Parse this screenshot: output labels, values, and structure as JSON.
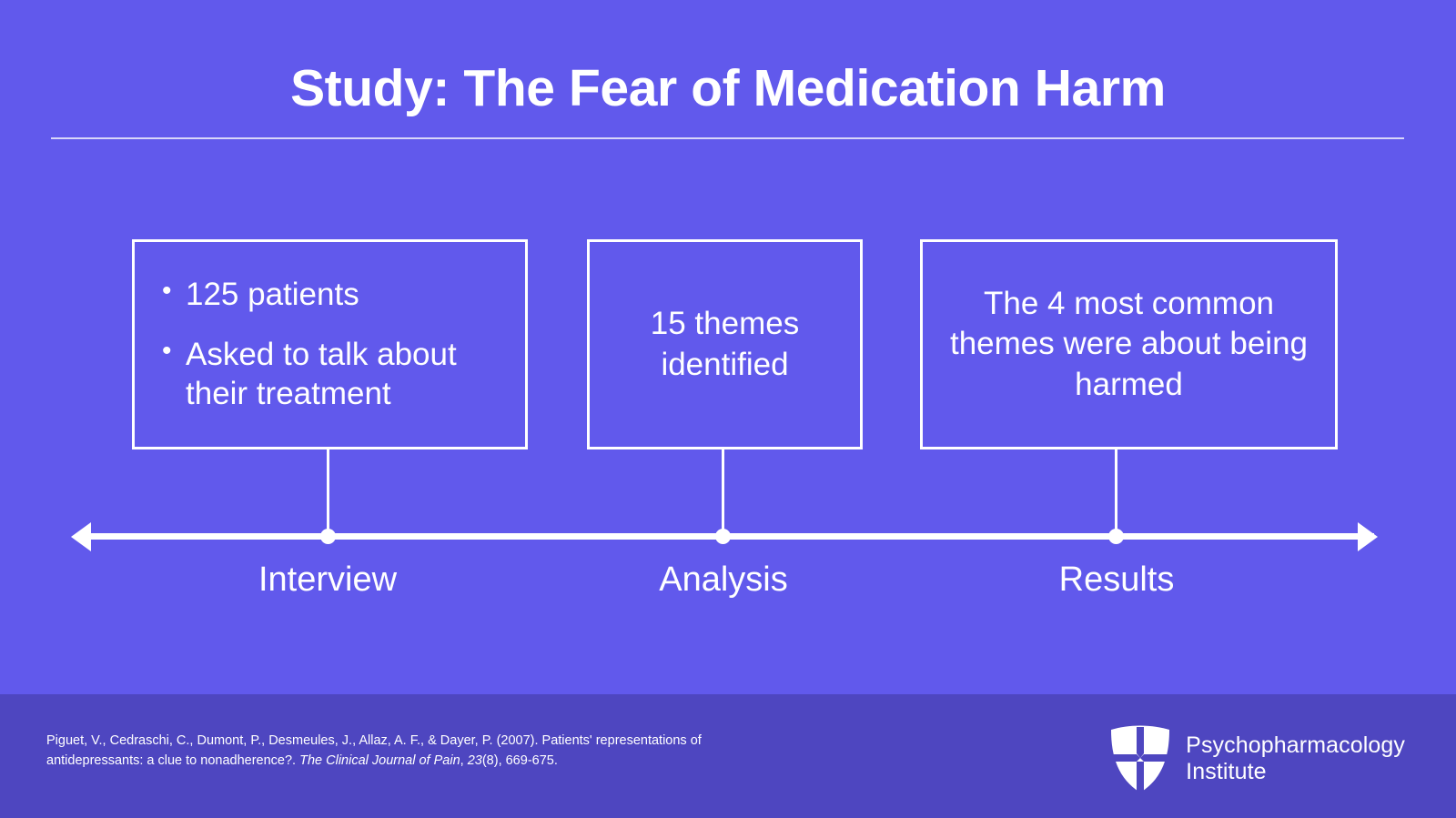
{
  "slide": {
    "title": "Study: The Fear of Medication Harm",
    "background_color": "#6159ec",
    "footer_color": "#4e46c0",
    "accent_color": "#ffffff"
  },
  "timeline": {
    "stages": [
      {
        "label": "Interview",
        "box_style": "bulleted",
        "bullets": [
          "125 patients",
          "Asked to talk about their treatment"
        ]
      },
      {
        "label": "Analysis",
        "box_style": "centered",
        "text": "15 themes identified"
      },
      {
        "label": "Results",
        "box_style": "centered",
        "text": "The 4 most common themes were about being harmed"
      }
    ]
  },
  "footer": {
    "citation": {
      "part1": "Piguet, V., Cedraschi, C., Dumont, P., Desmeules, J., Allaz, A. F., & Dayer, P. (2007). Patients' representations of antidepressants: a clue to nonadherence?. ",
      "journal": "The Clinical Journal of Pain",
      "part2": ", ",
      "volume": "23",
      "part3": "(8), 669-675."
    },
    "logo": {
      "line1": "Psychopharmacology",
      "line2": "Institute"
    }
  }
}
